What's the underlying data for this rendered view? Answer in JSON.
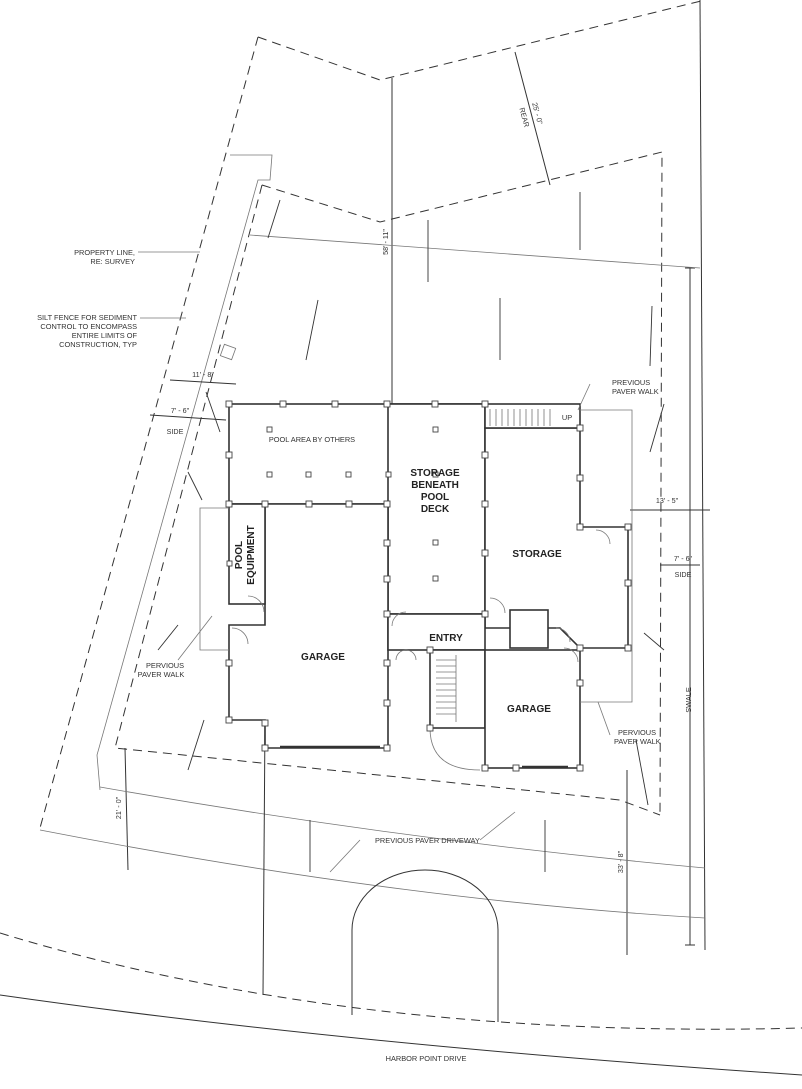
{
  "labels": {
    "property_line": [
      "PROPERTY LINE,",
      "RE: SURVEY"
    ],
    "silt_fence": [
      "SILT FENCE FOR SEDIMENT",
      "CONTROL TO ENCOMPASS",
      "ENTIRE LIMITS OF",
      "CONSTRUCTION, TYP"
    ],
    "pool_area": "POOL AREA BY OTHERS",
    "storage_beneath": [
      "STORAGE",
      "BENEATH",
      "POOL",
      "DECK"
    ],
    "pool_equipment": [
      "POOL",
      "EQUIPMENT"
    ],
    "storage": "STORAGE",
    "garage_left": "GARAGE",
    "garage_right": "GARAGE",
    "entry": "ENTRY",
    "up": "UP",
    "pervious_left": [
      "PERVIOUS",
      "PAVER WALK"
    ],
    "pervious_right": [
      "PERVIOUS",
      "PAVER WALK"
    ],
    "previous_top": [
      "PREVIOUS",
      "PAVER WALK"
    ],
    "previous_driveway": "PREVIOUS PAVER DRIVEWAY",
    "swale": "SWALE",
    "street": "HARBOR POINT DRIVE"
  },
  "dimensions": {
    "rear_value": "25' - 0\"",
    "rear_label": "REAR",
    "depth": "58' - 11\"",
    "left_setback_outer": "11' - 8\"",
    "left_setback_inner": "7' - 6\"",
    "left_side": "SIDE",
    "right_setback_outer": "13' - 5\"",
    "right_setback_inner": "7' - 6\"",
    "right_side": "SIDE",
    "front_left": "21' - 0\"",
    "front_right": "33' - 8\""
  }
}
